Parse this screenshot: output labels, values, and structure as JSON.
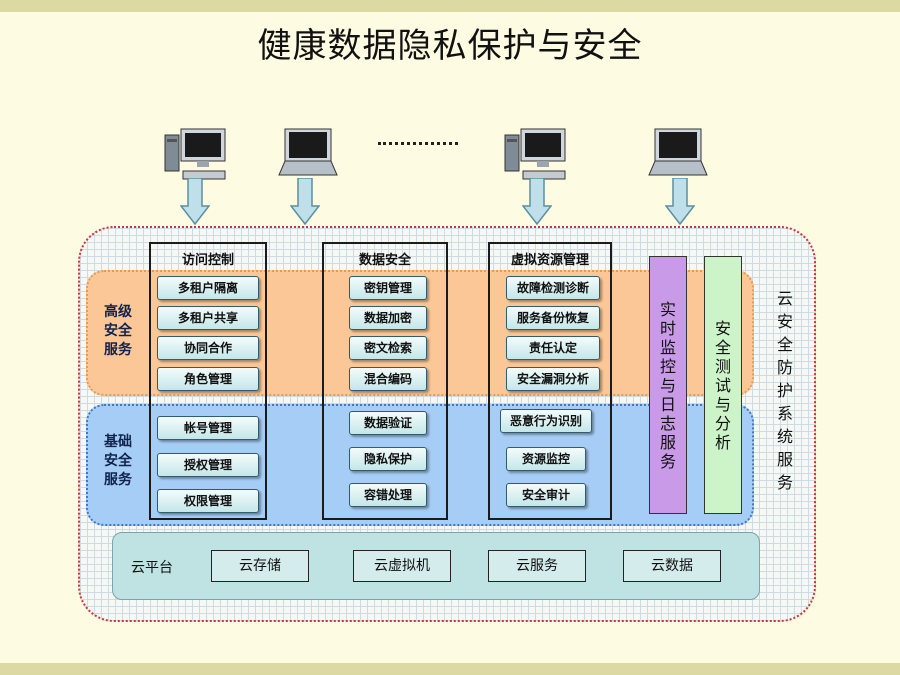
{
  "title": "健康数据隐私保护与安全",
  "clients": [
    {
      "icon": "desktop-computer-icon"
    },
    {
      "icon": "laptop-computer-icon"
    },
    {
      "icon": "desktop-computer-icon"
    },
    {
      "icon": "laptop-computer-icon"
    }
  ],
  "ellipsis_icon": "ellipsis-icon",
  "layers": {
    "advanced": "高级安全服务",
    "basic": "基础安全服务"
  },
  "columns": [
    {
      "title": "访问控制",
      "advanced_items": [
        "多租户隔离",
        "多租户共享",
        "协同合作",
        "角色管理"
      ],
      "basic_items": [
        "帐号管理",
        "授权管理",
        "权限管理"
      ]
    },
    {
      "title": "数据安全",
      "advanced_items": [
        "密钥管理",
        "数据加密",
        "密文检索",
        "混合编码"
      ],
      "basic_items": [
        "数据验证",
        "隐私保护",
        "容错处理"
      ]
    },
    {
      "title": "虚拟资源管理",
      "advanced_items": [
        "故障检测诊断",
        "服务备份恢复",
        "责任认定",
        "安全漏洞分析"
      ],
      "basic_items": [
        "恶意行为识别",
        "资源监控",
        "安全审计"
      ]
    }
  ],
  "vertical_services": {
    "monitoring": "实时监控与日志服务",
    "testing": "安全测试与分析"
  },
  "side_label": "云安全防护系统服务",
  "platform": {
    "label": "云平台",
    "items": [
      "云存储",
      "云虚拟机",
      "云服务",
      "云数据"
    ]
  },
  "colors": {
    "advanced_layer": "#fbc796",
    "basic_layer": "#a6cdf5",
    "monitoring_bar": "#c99ae8",
    "testing_bar": "#cdf3c9",
    "frame_border": "#d23333"
  }
}
